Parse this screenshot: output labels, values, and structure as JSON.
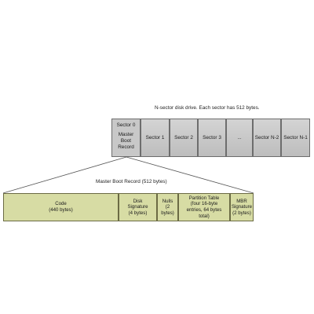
{
  "drive_caption": "N-sector disk drive. Each sector has 512 bytes.",
  "sectors": {
    "sector0": {
      "label": "Sector 0",
      "lines": [
        "Master",
        "Boot",
        "Record"
      ]
    },
    "others": [
      "Sector 1",
      "Sector 2",
      "Sector 3",
      "...",
      "Sector N-2",
      "Sector N-1"
    ]
  },
  "mbr_caption": "Master Boot Record (512 bytes)",
  "mbr_fields": [
    {
      "lines": [
        "Code",
        "(440 bytes)"
      ]
    },
    {
      "lines": [
        "Disk",
        "Signature",
        "(4 bytes)"
      ]
    },
    {
      "lines": [
        "Nulls",
        "(2",
        "bytes)"
      ]
    },
    {
      "lines": [
        "Partition Table",
        "(four 16-byte",
        "entries, 64 bytes",
        "total)"
      ]
    },
    {
      "lines": [
        "MBR",
        "Signature",
        "(2 bytes)"
      ]
    }
  ],
  "colors": {
    "sector_fill": "#c8c8c8",
    "mbr_fill": "#d7dca4",
    "line": "#555555"
  }
}
